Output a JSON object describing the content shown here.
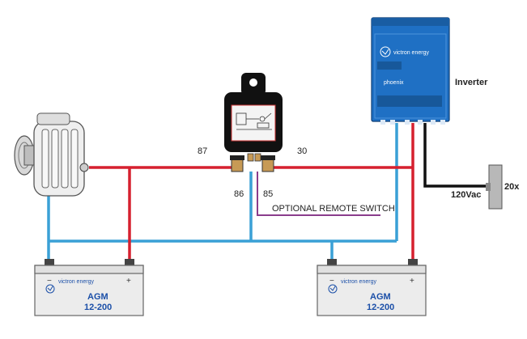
{
  "relay": {
    "terminal_87": "87",
    "terminal_30": "30",
    "terminal_86": "86",
    "terminal_85": "85"
  },
  "labels": {
    "optional_remote_switch": "OPTIONAL REMOTE SWITCH",
    "inverter": "Inverter",
    "ac_output": "120Vac",
    "load": "20x"
  },
  "inverter_panel": {
    "brand": "victron energy",
    "model": "phoenix"
  },
  "batteries": [
    {
      "brand": "victron energy",
      "type": "AGM",
      "rating": "12-200",
      "neg": "−",
      "pos": "+"
    },
    {
      "brand": "victron energy",
      "type": "AGM",
      "rating": "12-200",
      "neg": "−",
      "pos": "+"
    }
  ],
  "colors": {
    "positive_wire": "#d6202f",
    "negative_wire": "#3aa0d6",
    "remote_wire": "#8a3c8c",
    "ac_wire": "#111111",
    "inverter_blue": "#1f70c4",
    "battery_brand": "#1b4fa8"
  }
}
